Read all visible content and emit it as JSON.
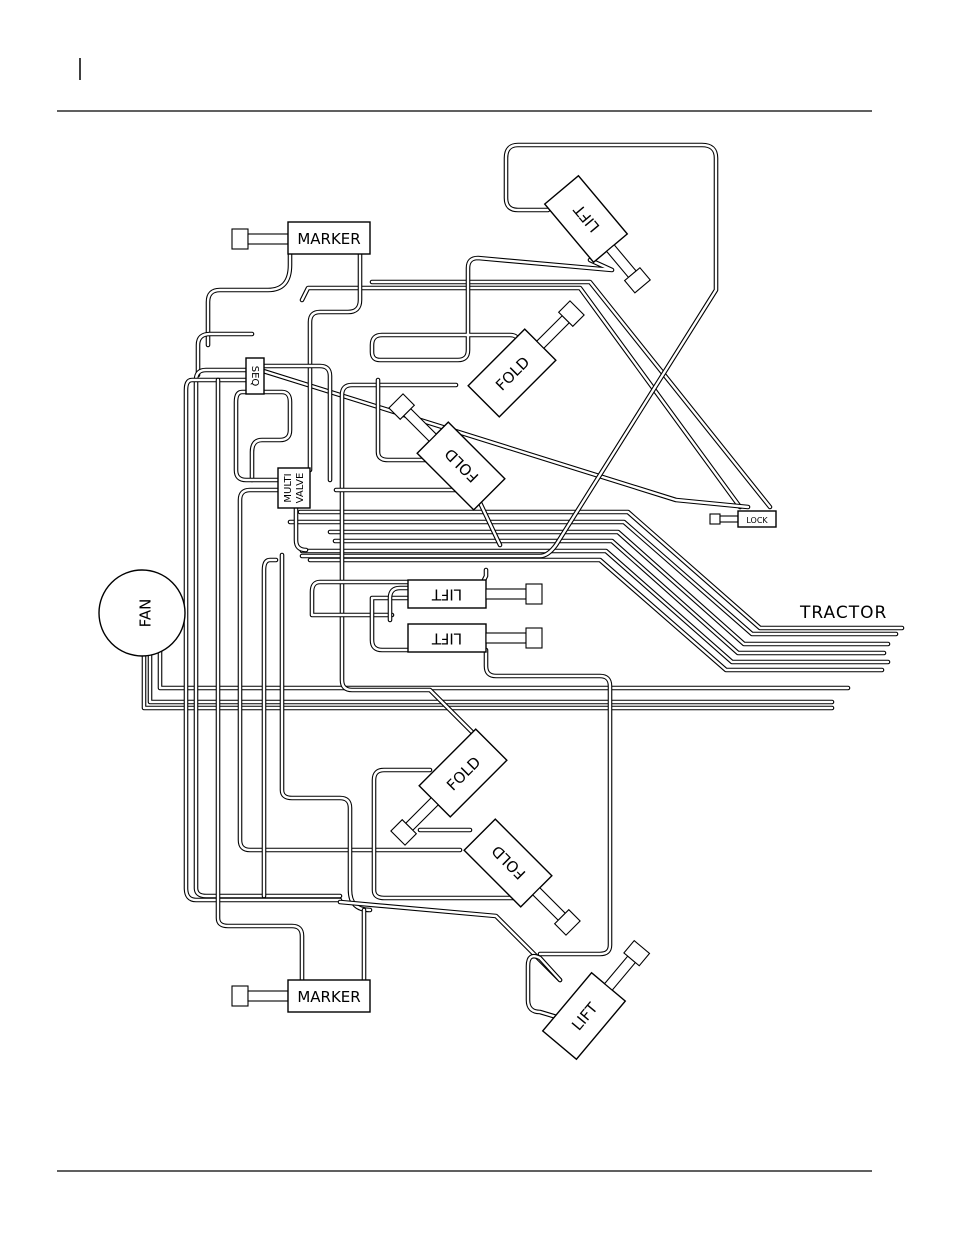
{
  "diagram": {
    "labels": {
      "fan": "FAN",
      "tractor": "TRACTOR",
      "marker_top": "MARKER",
      "marker_bottom": "MARKER",
      "seq": "SEQ",
      "multi": "MULTI",
      "valve": "VALVE",
      "lock": "LOCK",
      "lift_top": "LIFT",
      "lift_mid_upper": "LIFT",
      "lift_mid_lower": "LIFT",
      "lift_bottom": "LIFT",
      "fold_upper_a": "FOLD",
      "fold_upper_b": "FOLD",
      "fold_lower_a": "FOLD",
      "fold_lower_b": "FOLD"
    }
  }
}
